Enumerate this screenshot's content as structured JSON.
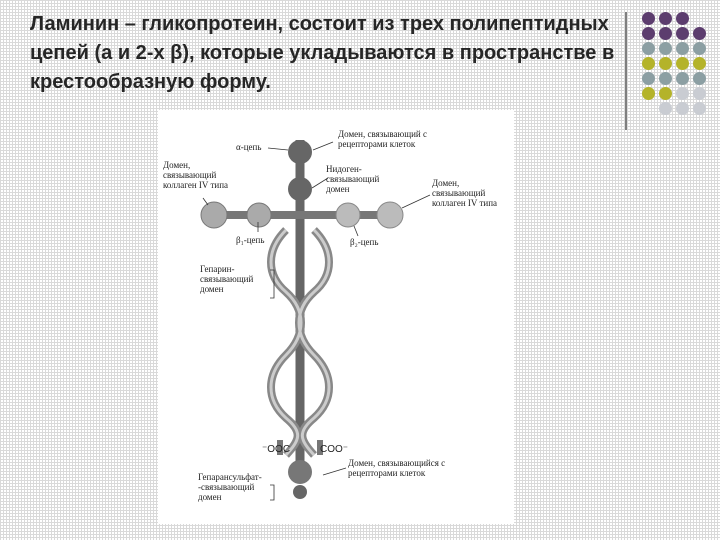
{
  "slide": {
    "title": "Ламинин – гликопротеин, состоит из трех полипептидных цепей (а и 2-х β), которые укладываются в пространстве в крестообразную форму."
  },
  "decor": {
    "dot_colors": [
      "#5c3d6e",
      "#8c9fa3",
      "#b4b32a",
      "#c9ccd2"
    ]
  },
  "figure": {
    "labels": {
      "alpha_chain": "α-цепь",
      "cell_domain_top_1": "Домен, связывающий с",
      "cell_domain_top_2": "рецепторами клеток",
      "collagen_left_1": "Домен,",
      "collagen_left_2": "связывающий",
      "collagen_left_3": "коллаген IV типа",
      "nidogen_1": "Нидоген-",
      "nidogen_2": "связывающий",
      "nidogen_3": "домен",
      "collagen_right_1": "Домен,",
      "collagen_right_2": "связывающий",
      "collagen_right_3": "коллаген IV типа",
      "beta1_chain": "β₁-цепь",
      "beta2_chain": "β₂-цепь",
      "heparin_1": "Гепарин-",
      "heparin_2": "связывающий",
      "heparin_3": "домен",
      "cooh_left": "⁻OOC",
      "cooh_right": "COO⁻",
      "heparansulfate_1": "Гепарансульфат-",
      "heparansulfate_2": "-связывающий",
      "heparansulfate_3": "домен",
      "cell_domain_bottom_1": "Домен, связывающийся с",
      "cell_domain_bottom_2": "рецепторами клеток"
    }
  }
}
